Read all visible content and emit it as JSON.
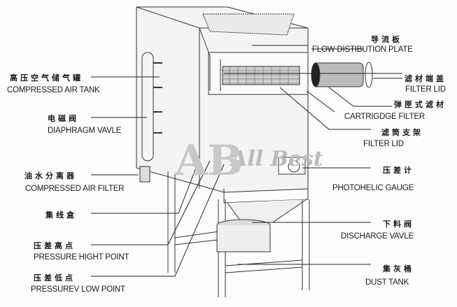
{
  "watermark": {
    "logo": "AB",
    "text": "All Best"
  },
  "labels_right": [
    {
      "cn": "导流板",
      "en": "FLOW DISTIBUTION PLATE"
    },
    {
      "cn": "滤材端盖",
      "en": "FILTER LID"
    },
    {
      "cn": "弹匣式滤材",
      "en": "CARTRIGDGE FILTER"
    },
    {
      "cn": "滤筒支架",
      "en": "FILTER LID"
    },
    {
      "cn": "压差计",
      "en": "PHOTOHELIC GAUGE"
    },
    {
      "cn": "下料阀",
      "en": "DISCHARGE VAVLE"
    },
    {
      "cn": "集灰桶",
      "en": "DUST TANK"
    }
  ],
  "labels_left": [
    {
      "cn": "高压空气储气罐",
      "en": "COMPRESSED AIR TANK"
    },
    {
      "cn": "电磁阀",
      "en": "DIAPHRAGM VAVLE"
    },
    {
      "cn": "油水分离器",
      "en": "COMPRESSED AIR FILTER"
    },
    {
      "cn": "集线盒"
    },
    {
      "cn": "压差高点",
      "en": "PRESSURE HIGHT POINT"
    },
    {
      "cn": "压差低点",
      "en": "PRESSUREV LOW POINT"
    }
  ]
}
